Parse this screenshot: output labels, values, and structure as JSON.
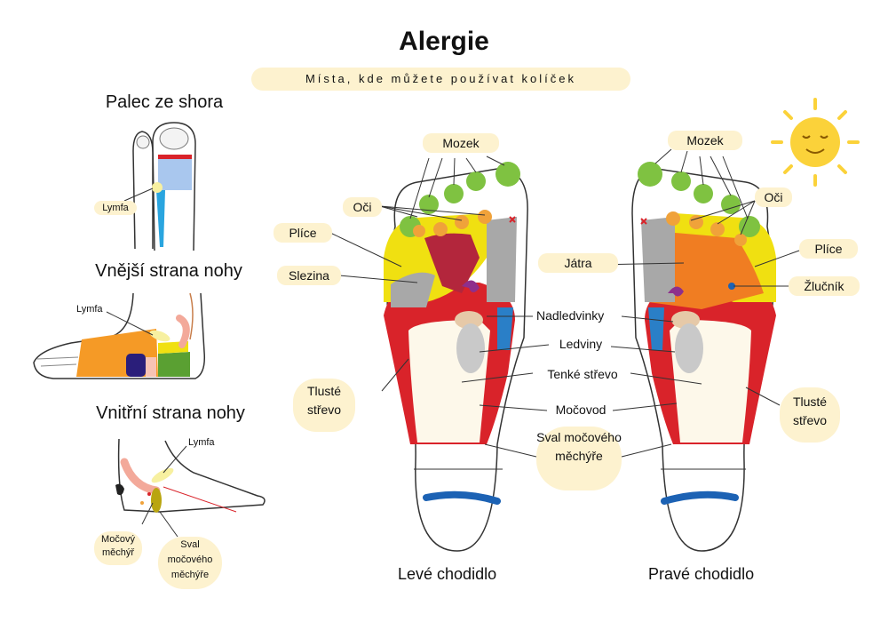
{
  "title": "Alergie",
  "subtitle": "Místa, kde můžete používat kolíček",
  "left_panel": {
    "thumb_heading": "Palec ze shora",
    "outer_heading": "Vnější strana nohy",
    "inner_heading": "Vnitřní strana nohy",
    "lymfa": "Lymfa",
    "mocovy": "Močový měchýř",
    "sval": "Sval močového měchýře"
  },
  "labels": {
    "mozek": "Mozek",
    "oci": "Oči",
    "plice": "Plíce",
    "slezina": "Slezina",
    "jatra": "Játra",
    "zlucnik": "Žlučník",
    "nadledvinky": "Nadledvinky",
    "ledviny": "Ledviny",
    "tenke_strevo": "Tenké střevo",
    "tluste_strevo": "Tlusté střevo",
    "mocovod": "Močovod",
    "sval_mocoveho_mechyre": "Sval močového měchýře"
  },
  "captions": {
    "left": "Levé chodidlo",
    "right": "Pravé chodidlo"
  },
  "colors": {
    "pill": "#fdf2cf",
    "lung": "#f0e011",
    "colon": "#d9232a",
    "toe_green": "#7fc241",
    "eye_orange": "#f0a23a",
    "liver": "#f07d22",
    "spleen_gray": "#a8a8a8",
    "heart": "#b3263c",
    "bladder_blue": "#1c62b4",
    "lymph_blue": "#2aa5df",
    "sun": "#fbd23a"
  },
  "icons": [
    "sun-icon"
  ]
}
